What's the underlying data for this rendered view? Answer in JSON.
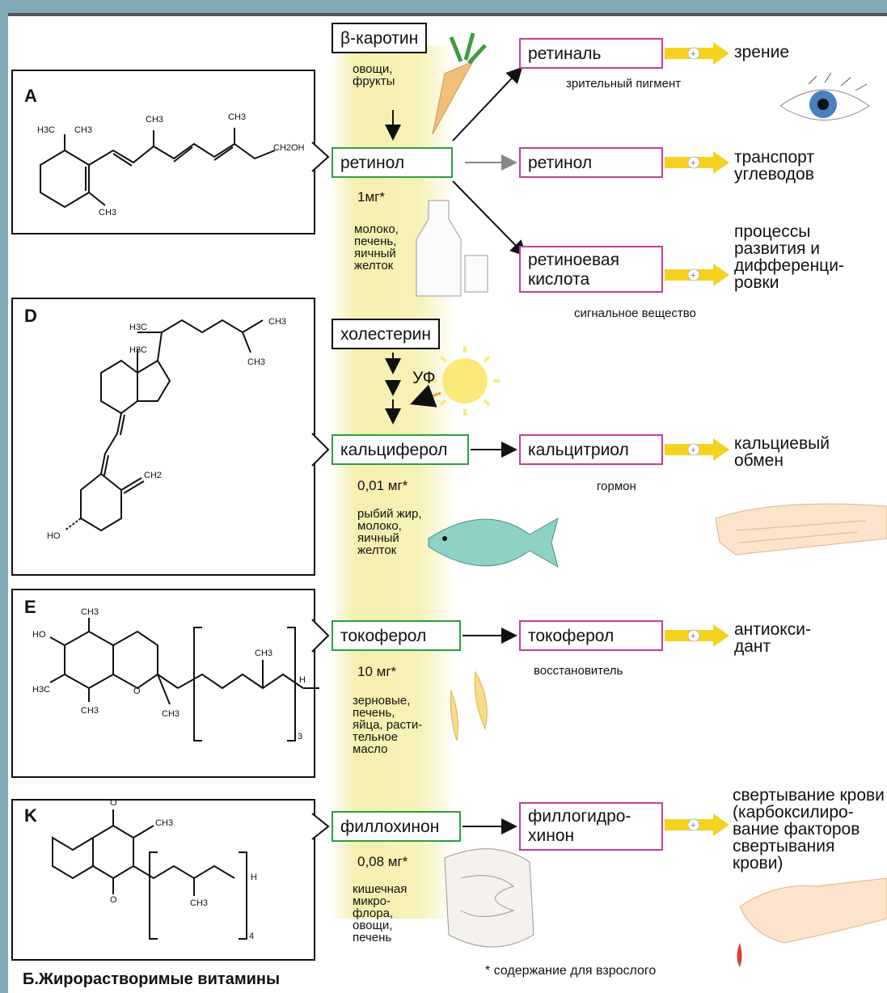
{
  "sections": {
    "A": {
      "letter": "A",
      "precursor": "β-каротин",
      "precursor_source": "овощи, фрукты",
      "vitamin": "ретинол",
      "dose": "1мг*",
      "sources": "молоко, печень, яичный желток",
      "products": [
        {
          "name": "ретиналь",
          "effect": "зрение",
          "note": "зрительный пигмент"
        },
        {
          "name": "ретинол",
          "effect": "транспорт углеводов",
          "note": ""
        },
        {
          "name": "ретиноевая кислота",
          "effect": "процессы развития и дифференци-ровки",
          "note": "сигнальное вещество"
        }
      ]
    },
    "D": {
      "letter": "D",
      "precursor": "холестерин",
      "uv": "УФ",
      "vitamin": "кальциферол",
      "dose": "0,01 мг*",
      "sources": "рыбий жир, молоко, яичный желток",
      "product": "кальцитриол",
      "effect": "кальциевый обмен",
      "note": "гормон"
    },
    "E": {
      "letter": "E",
      "vitamin": "токоферол",
      "dose": "10 мг*",
      "sources": "зерновые, печень, яйца, расти-тельное масло",
      "product": "токоферол",
      "effect": "антиокси-дант",
      "note": "восстановитель"
    },
    "K": {
      "letter": "K",
      "vitamin": "филлохинон",
      "dose": "0,08 мг*",
      "sources": "кишечная микро-флора, овощи, печень",
      "product": "филлогидро-хинон",
      "effect": "свертывание крови (карбоксилиро-вание факторов свертывания крови)"
    }
  },
  "structure_labels": {
    "ch3": "CH3",
    "ch2oh": "CH2OH",
    "ch2": "CH2",
    "ho": "HO",
    "h3c": "H3C",
    "o": "O",
    "h": "H",
    "n3": "3",
    "n4": "4"
  },
  "caption": "Б.Жирорастворимые витамины",
  "footnote": "* содержание для взрослого",
  "colors": {
    "vitamin_border": "#2e9e3e",
    "product_border": "#c43d98",
    "effect_arrow": "#f4d21f",
    "strip": "#f5f0b0"
  },
  "icons": [
    "carrot-icon",
    "eye-icon",
    "milk-bottle-icon",
    "sun-icon",
    "fish-icon",
    "arm-bones-icon",
    "wheat-icon",
    "intestine-icon",
    "bleeding-finger-icon",
    "plus-icon"
  ]
}
